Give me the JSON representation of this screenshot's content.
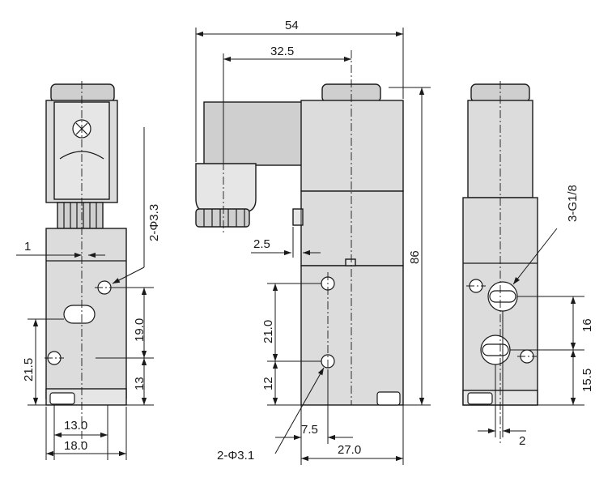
{
  "dimensions": {
    "overall_width": "54",
    "offset": "32.5",
    "total_height": "86",
    "gap_2_5": "2.5",
    "gap_1": "1",
    "height_19": "19.0",
    "height_21_5": "21.5",
    "height_13": "13",
    "height_21": "21.0",
    "height_12": "12",
    "width_13": "13.0",
    "width_18": "18.0",
    "width_7_5": "7.5",
    "width_27": "27.0",
    "height_16": "16",
    "height_15_5": "15.5",
    "gap_2": "2"
  },
  "callouts": {
    "mount_holes_front": "2-Φ3.3",
    "mount_holes_side": "2-Φ3.1",
    "ports": "3-G1/8"
  },
  "colors": {
    "body_fill": "#dcdcdc",
    "line": "#1a1a1a",
    "background": "#ffffff"
  }
}
